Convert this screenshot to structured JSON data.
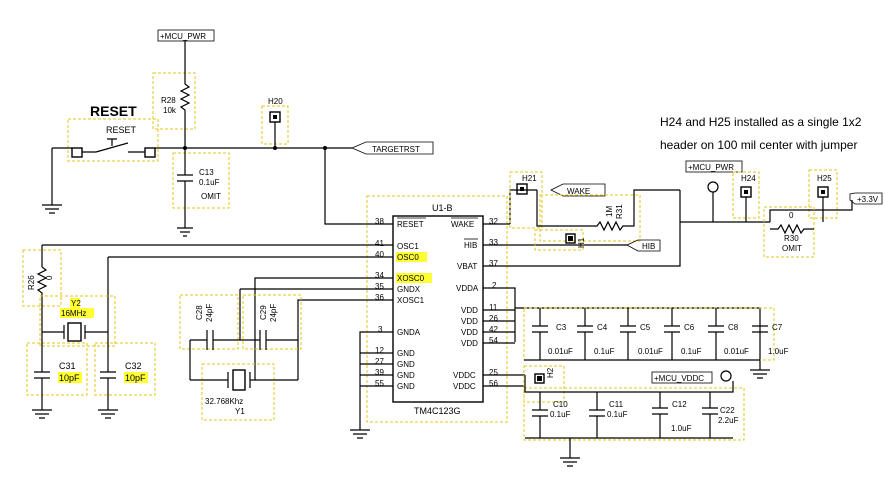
{
  "note": {
    "line1": "H24 and H25 installed as a single 1x2",
    "line2": "header on 100 mil center with jumper"
  },
  "reset": {
    "title": "RESET",
    "switch_label": "RESET"
  },
  "nets": {
    "mcu_pwr_top": "+MCU_PWR",
    "mcu_pwr_right": "+MCU_PWR",
    "mcu_vddc": "+MCU_VDDC",
    "target_rst": "TARGETRST",
    "wake": "WAKE",
    "hib": "HIB",
    "v33": "+3.3V"
  },
  "headers": {
    "h20": "H20",
    "h21": "H21",
    "h24": "H24",
    "h25": "H25",
    "h1": "H1",
    "h2": "H2"
  },
  "resistors": {
    "r28_ref": "R28",
    "r28_val": "10k",
    "r26_ref": "R26",
    "r26_val": "0",
    "r31_ref": "R31",
    "r31_val": "1M",
    "r30_ref": "R30",
    "r30_val": "0",
    "r30_note": "OMIT"
  },
  "capacitors": {
    "c13_ref": "C13",
    "c13_val": "0.1uF",
    "c13_note": "OMIT",
    "c31_ref": "C31",
    "c31_val": "10pF",
    "c32_ref": "C32",
    "c32_val": "10pF",
    "c28_ref": "C28",
    "c28_val": "24pF",
    "c29_ref": "C29",
    "c29_val": "24pF",
    "c3_ref": "C3",
    "c3_val": "0.01uF",
    "c4_ref": "C4",
    "c4_val": "0.1uF",
    "c5_ref": "C5",
    "c5_val": "0.01uF",
    "c6_ref": "C6",
    "c6_val": "0.1uF",
    "c8_ref": "C8",
    "c8_val": "0.01uF",
    "c7_ref": "C7",
    "c7_val": "1.0uF",
    "c10_ref": "C10",
    "c10_val": "0.1uF",
    "c11_ref": "C11",
    "c11_val": "0.1uF",
    "c12_ref": "C12",
    "c12_val": "1.0uF",
    "c22_ref": "C22",
    "c22_val": "2.2uF"
  },
  "crystals": {
    "y2_ref": "Y2",
    "y2_val": "16MHz",
    "y1_val": "32.768Khz",
    "y1_ref": "Y1"
  },
  "ic": {
    "ref": "U1-B",
    "part": "TM4C123G",
    "left_pins": [
      {
        "num": "38",
        "name": "RESET"
      },
      {
        "num": "41",
        "name": "OSC1"
      },
      {
        "num": "40",
        "name": "OSC0"
      },
      {
        "num": "34",
        "name": "XOSC0"
      },
      {
        "num": "35",
        "name": "GNDX"
      },
      {
        "num": "36",
        "name": "XOSC1"
      },
      {
        "num": "3",
        "name": "GNDA"
      },
      {
        "num": "12",
        "name": "GND"
      },
      {
        "num": "27",
        "name": "GND"
      },
      {
        "num": "39",
        "name": "GND"
      },
      {
        "num": "55",
        "name": "GND"
      }
    ],
    "right_pins": [
      {
        "num": "32",
        "name": "WAKE"
      },
      {
        "num": "33",
        "name": "HIB"
      },
      {
        "num": "37",
        "name": "VBAT"
      },
      {
        "num": "2",
        "name": "VDDA"
      },
      {
        "num": "11",
        "name": "VDD"
      },
      {
        "num": "26",
        "name": "VDD"
      },
      {
        "num": "42",
        "name": "VDD"
      },
      {
        "num": "54",
        "name": "VDD"
      },
      {
        "num": "25",
        "name": "VDDC"
      },
      {
        "num": "56",
        "name": "VDDC"
      }
    ]
  }
}
